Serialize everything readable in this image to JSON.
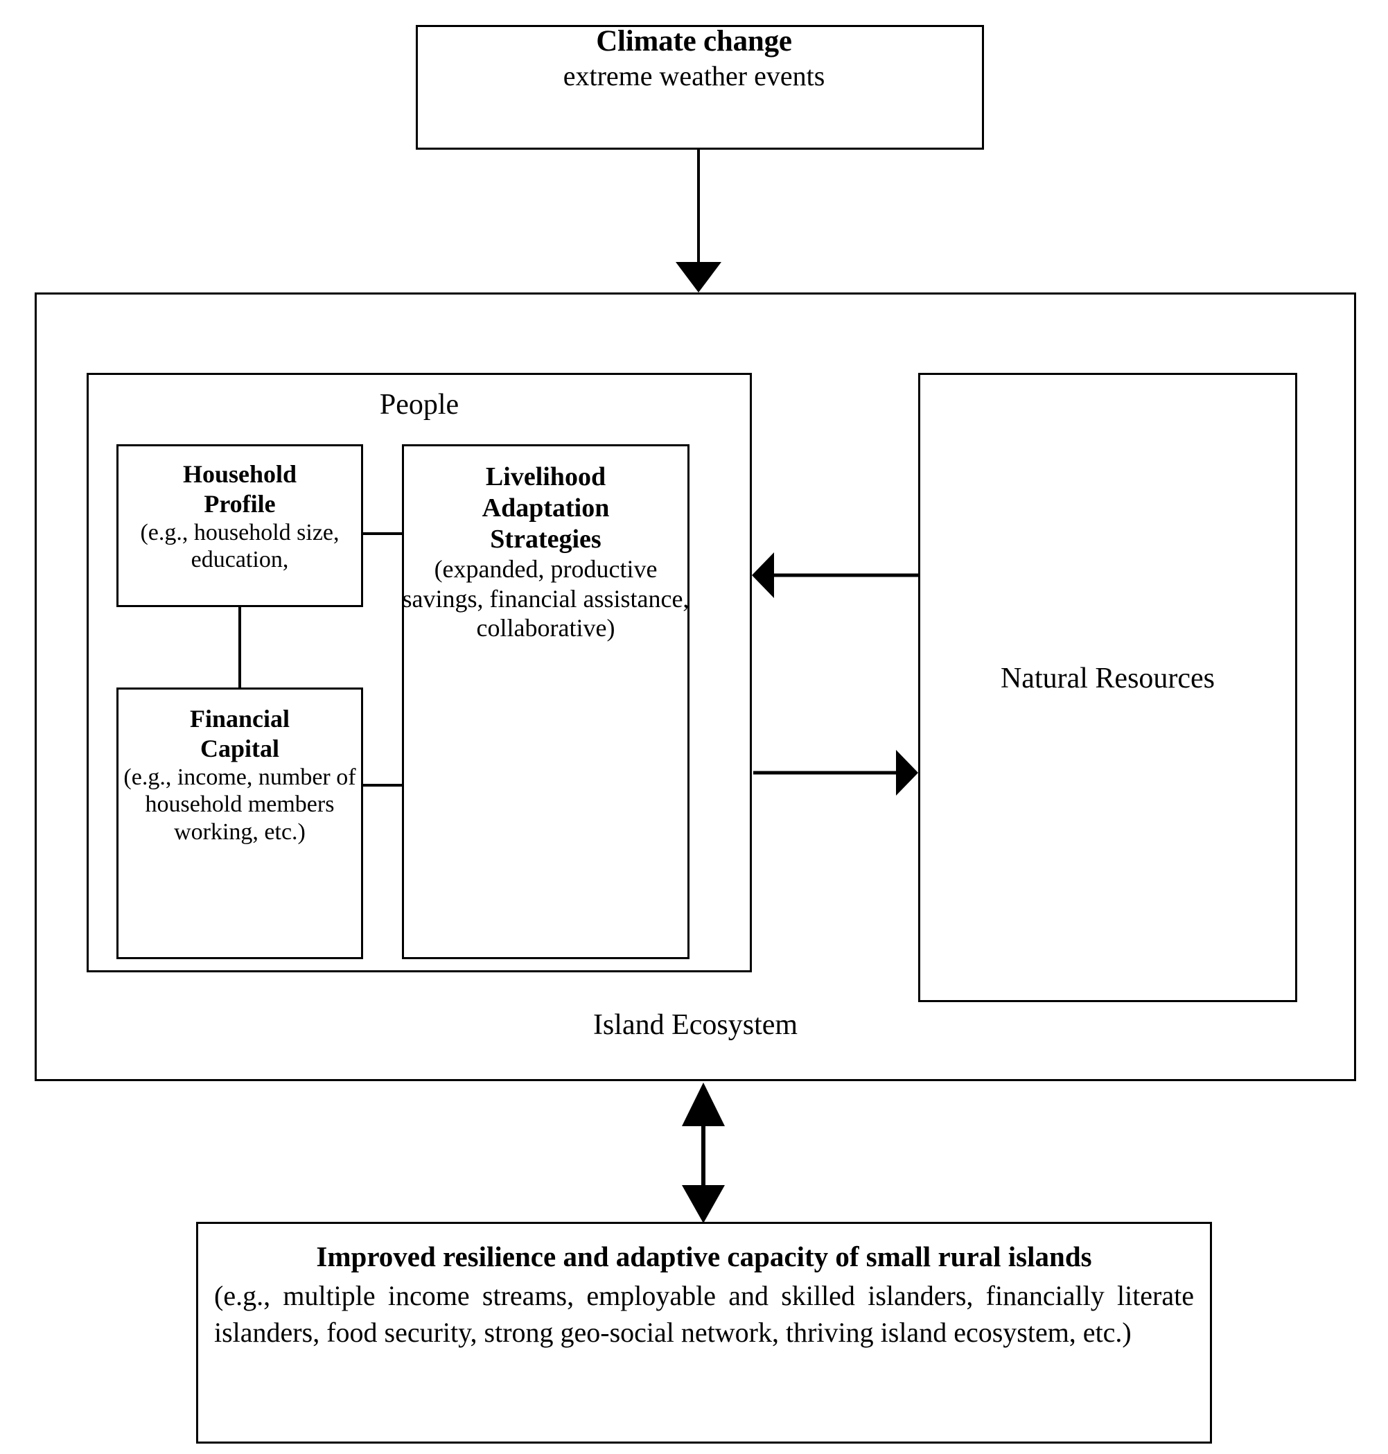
{
  "diagram": {
    "title_node": {
      "heading": "Climate change",
      "subheading": "extreme weather events"
    },
    "ecosystem": {
      "label": "Island Ecosystem"
    },
    "people": {
      "label": "People",
      "household_profile": {
        "heading_line1": "Household",
        "heading_line2": "Profile",
        "body": "(e.g., household size, education,"
      },
      "financial_capital": {
        "heading_line1": "Financial",
        "heading_line2": "Capital",
        "body": "(e.g., income, number of household members working, etc.)"
      },
      "livelihood_adaptation": {
        "heading_line1": "Livelihood",
        "heading_line2": "Adaptation",
        "heading_line3": "Strategies",
        "body": "(expanded, productive savings, financial assistance, collaborative)"
      }
    },
    "natural_resources": {
      "label": "Natural Resources"
    },
    "outcome": {
      "heading": "Improved resilience and adaptive capacity of small rural islands",
      "body": "(e.g., multiple income streams, employable and skilled islanders, financially literate islanders, food security, strong geo-social network, thriving island ecosystem, etc.)"
    },
    "arrows": [
      {
        "name": "climate-to-ecosystem",
        "direction": "down",
        "from": "Climate change",
        "to": "Island Ecosystem"
      },
      {
        "name": "natural-to-people",
        "direction": "left",
        "from": "Natural Resources",
        "to": "People"
      },
      {
        "name": "people-to-natural",
        "direction": "right",
        "from": "People",
        "to": "Natural Resources"
      },
      {
        "name": "ecosystem-to-outcome",
        "direction": "both",
        "from": "Island Ecosystem",
        "to": "Improved resilience and adaptive capacity of small rural islands"
      }
    ],
    "colors": {
      "stroke": "#000000",
      "background": "#ffffff"
    }
  }
}
